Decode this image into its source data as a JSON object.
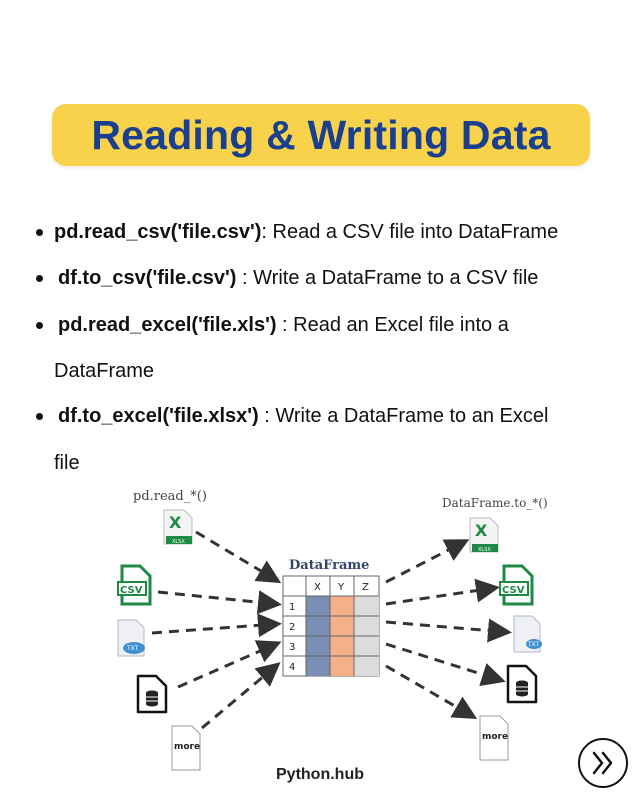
{
  "title": "Reading & Writing Data",
  "bullets": [
    {
      "code": "pd.read_csv('file.csv')",
      "desc": ": Read a CSV file into DataFrame",
      "cont": ""
    },
    {
      "code": "df.to_csv('file.csv')",
      "desc": " : Write a DataFrame to a CSV file",
      "cont": ""
    },
    {
      "code": "pd.read_excel('file.xls')",
      "desc": " : Read an Excel file into a",
      "cont": "DataFrame"
    },
    {
      "code": "df.to_excel('file.xlsx')",
      "desc": " : Write a DataFrame to an Excel",
      "cont": "file"
    }
  ],
  "diagram": {
    "left_label": "pd.read_*()",
    "right_label": "DataFrame.to_*()",
    "center_label": "DataFrame",
    "columns": [
      "X",
      "Y",
      "Z"
    ],
    "rows": [
      "1",
      "2",
      "3",
      "4"
    ],
    "left_icons": [
      {
        "name": "excel-file-icon",
        "text": "X",
        "badge": "XLSX"
      },
      {
        "name": "csv-file-icon",
        "text": "CSV"
      },
      {
        "name": "txt-file-icon",
        "badge": "TXT"
      },
      {
        "name": "database-file-icon"
      },
      {
        "name": "more-file-icon",
        "text": "more"
      }
    ],
    "right_icons": [
      {
        "name": "excel-file-icon",
        "text": "X",
        "badge": "XLSX"
      },
      {
        "name": "csv-file-icon",
        "text": "CSV"
      },
      {
        "name": "txt-file-icon",
        "badge": "TXT"
      },
      {
        "name": "database-file-icon"
      },
      {
        "name": "more-file-icon",
        "text": "more"
      }
    ],
    "colors": {
      "x": "#7b8eb4",
      "y": "#f4b088",
      "z": "#dcdcdc",
      "excel": "#1e8a45",
      "csv": "#1e8a45",
      "txt": "#3f8fd2"
    }
  },
  "footer": "Python.hub",
  "next_button": {
    "icon": "double-chevron-right-icon"
  }
}
